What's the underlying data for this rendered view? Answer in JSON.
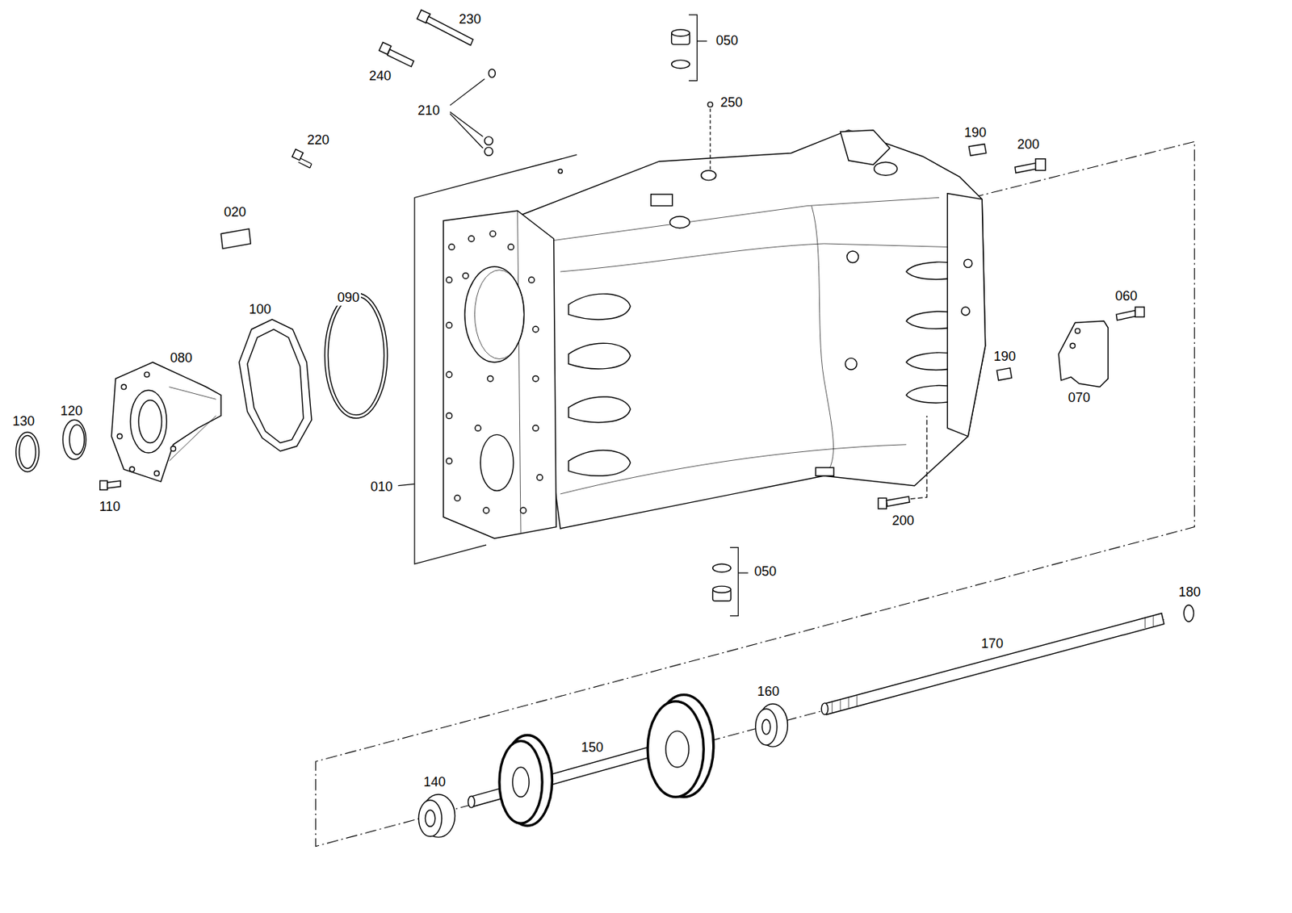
{
  "diagram": {
    "labels": [
      "230",
      "050",
      "240",
      "210",
      "250",
      "220",
      "190",
      "200",
      "020",
      "100",
      "090",
      "080",
      "060",
      "130",
      "120",
      "190",
      "070",
      "110",
      "010",
      "200",
      "050",
      "180",
      "170",
      "160",
      "150",
      "140"
    ]
  }
}
